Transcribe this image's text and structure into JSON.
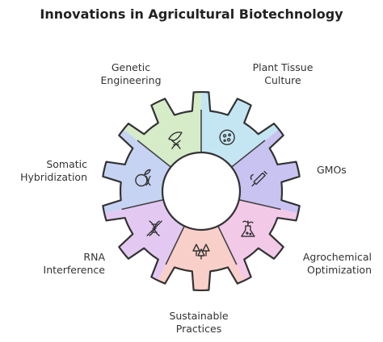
{
  "title": "Innovations in Agricultural Biotechnology",
  "segments": [
    {
      "id": "genetic-engineering",
      "label": [
        "Genetic",
        "Engineering"
      ],
      "color": "#d6ecc9",
      "icon": "dna-hand-icon"
    },
    {
      "id": "plant-tissue-culture",
      "label": [
        "Plant Tissue",
        "Culture"
      ],
      "color": "#c4e6f3",
      "icon": "petri-dish-icon"
    },
    {
      "id": "gmos",
      "label": [
        "GMOs"
      ],
      "color": "#c9c3f2",
      "icon": "syringe-icon"
    },
    {
      "id": "agrochemical-optimization",
      "label": [
        "Agrochemical",
        "Optimization"
      ],
      "color": "#f3c9e8",
      "icon": "flask-plant-icon"
    },
    {
      "id": "sustainable-practices",
      "label": [
        "Sustainable",
        "Practices"
      ],
      "color": "#f9d0c9",
      "icon": "trees-icon"
    },
    {
      "id": "rna-interference",
      "label": [
        "RNA",
        "Interference"
      ],
      "color": "#e3c9f2",
      "icon": "crossed-dna-icon"
    },
    {
      "id": "somatic-hybridization",
      "label": [
        "Somatic",
        "Hybridization"
      ],
      "color": "#c6d3f3",
      "icon": "plant-dna-icon"
    }
  ]
}
